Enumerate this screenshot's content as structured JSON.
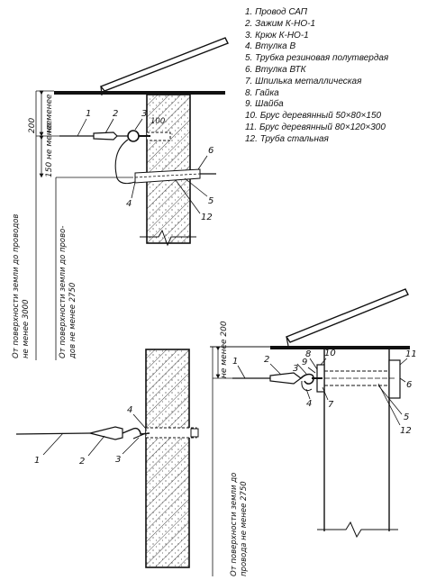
{
  "legend": [
    {
      "num": "1.",
      "text": "Провод САП"
    },
    {
      "num": "2.",
      "text": "Зажим К-НО-1"
    },
    {
      "num": "3.",
      "text": "Крюк К-НО-1"
    },
    {
      "num": "4.",
      "text": "Втулка В"
    },
    {
      "num": "5.",
      "text": "Трубка резиновая полутвердая"
    },
    {
      "num": "6.",
      "text": "Втулка ВТК"
    },
    {
      "num": "7.",
      "text": "Шпилька металлическая"
    },
    {
      "num": "8.",
      "text": "Гайка"
    },
    {
      "num": "9.",
      "text": "Шайба"
    },
    {
      "num": "10.",
      "text": "Брус деревянный 50×80×150"
    },
    {
      "num": "11.",
      "text": "Брус деревянный 80×120×300"
    },
    {
      "num": "12.",
      "text": "Труба стальная"
    }
  ],
  "top_view": {
    "callouts": [
      "1",
      "2",
      "3",
      "4",
      "5",
      "6",
      "12"
    ],
    "hook_dim": "100",
    "dim_200": "200",
    "dim_min_short": "не менее",
    "dim_150": "150 не менее",
    "vertical_text_a1": "От поверхности земли до проводов",
    "vertical_text_a2": "не менее 3000",
    "vertical_text_b1": "От поверхности земли до прово-",
    "vertical_text_b2": "дов не менее 2750"
  },
  "bottom_left_view": {
    "callouts": [
      "1",
      "2",
      "3",
      "4"
    ]
  },
  "bottom_right_view": {
    "callouts": [
      "1",
      "2",
      "3",
      "4",
      "5",
      "6",
      "7",
      "8",
      "9",
      "10",
      "11",
      "12"
    ],
    "dim_200": "не менее 200",
    "vertical_text_1": "От поверхности земли до",
    "vertical_text_2": "провода не менее 2750"
  }
}
